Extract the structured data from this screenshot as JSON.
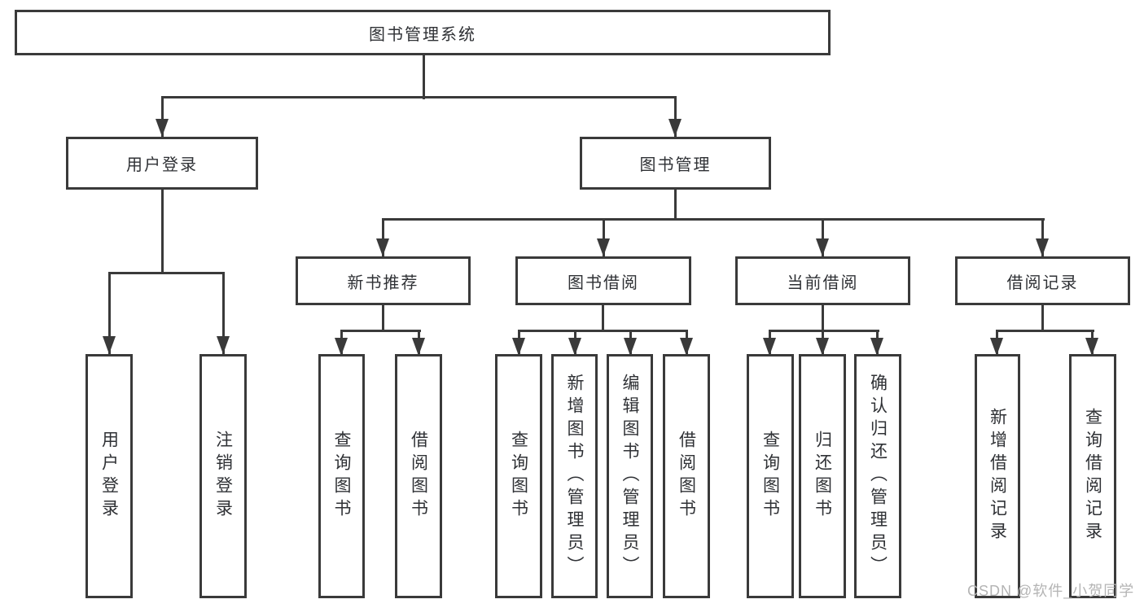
{
  "colors": {
    "line": "#3a3a3a",
    "text": "#2f3135",
    "bg": "#ffffff",
    "watermark": "#b4b4b4"
  },
  "nodes": {
    "root": "图书管理系统",
    "user_login": "用户登录",
    "book_mgmt": "图书管理",
    "new_books": "新书推荐",
    "book_borrow": "图书借阅",
    "current_borrow": "当前借阅",
    "borrow_records": "借阅记录",
    "leaf_user_login": "用户登录",
    "leaf_logout": "注销登录",
    "leaf_nb_query": "查询图书",
    "leaf_nb_borrow": "借阅图书",
    "leaf_bb_query": "查询图书",
    "leaf_bb_add": "新增图书（管理员）",
    "leaf_bb_edit": "编辑图书（管理员）",
    "leaf_bb_borrow": "借阅图书",
    "leaf_cb_query": "查询图书",
    "leaf_cb_return": "归还图书",
    "leaf_cb_confirm": "确认归还（管理员）",
    "leaf_br_add": "新增借阅记录",
    "leaf_br_query": "查询借阅记录"
  },
  "watermark": {
    "text": "CSDN @软件_小贺同学"
  }
}
